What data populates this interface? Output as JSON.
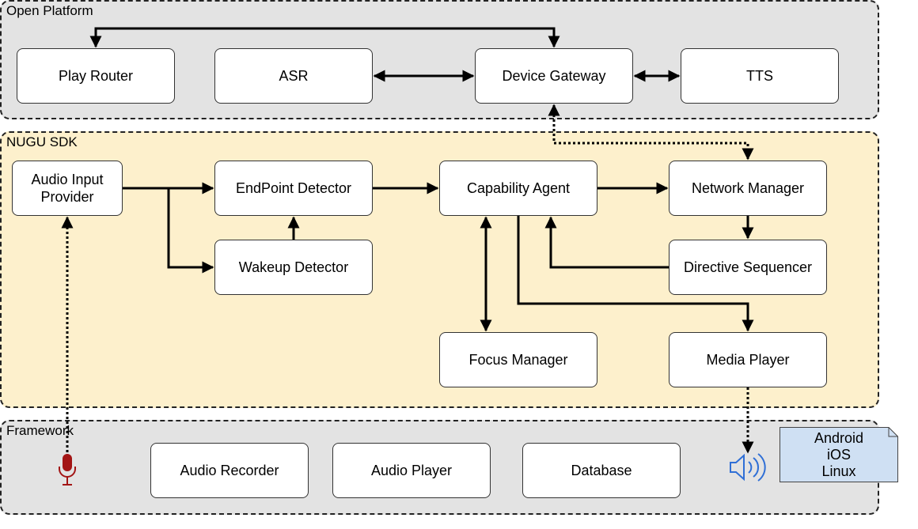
{
  "groups": {
    "open_platform": "Open Platform",
    "nugu_sdk": "NUGU SDK",
    "framework": "Framework"
  },
  "open_platform": {
    "play_router": "Play Router",
    "asr": "ASR",
    "device_gateway": "Device Gateway",
    "tts": "TTS"
  },
  "sdk": {
    "audio_input_provider": [
      "Audio Input",
      "Provider"
    ],
    "endpoint_detector": "EndPoint Detector",
    "capability_agent": "Capability Agent",
    "network_manager": "Network Manager",
    "wakeup_detector": "Wakeup Detector",
    "directive_sequencer": "Directive Sequencer",
    "focus_manager": "Focus Manager",
    "media_player": "Media Player"
  },
  "framework": {
    "audio_recorder": "Audio Recorder",
    "audio_player": "Audio Player",
    "database": "Database",
    "platforms": [
      "Android",
      "iOS",
      "Linux"
    ]
  },
  "icons": {
    "microphone": "microphone-icon",
    "speaker": "speaker-icon",
    "microphone_color": "#a31515",
    "speaker_color": "#2f6fd6"
  },
  "colors": {
    "open_platform_bg": "#e3e3e3",
    "nugu_sdk_bg": "#fdf0cc",
    "framework_bg": "#e3e3e3",
    "note_bg": "#cfe0f3"
  }
}
